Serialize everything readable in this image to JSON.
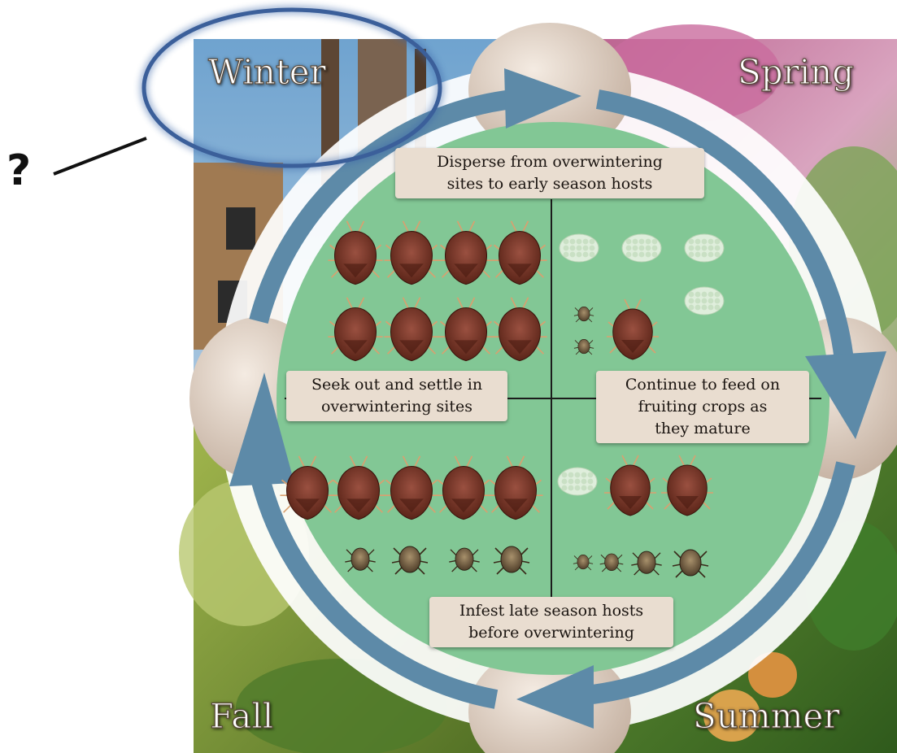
{
  "question_mark": "?",
  "seasons": {
    "winter": "Winter",
    "spring": "Spring",
    "summer": "Summer",
    "fall": "Fall"
  },
  "stages": {
    "spring": [
      "Disperse from overwintering",
      "sites to early season hosts"
    ],
    "summer": [
      "Continue to feed on",
      "fruiting crops as",
      "they mature"
    ],
    "fall": [
      "Infest late season hosts",
      "before overwintering"
    ],
    "winter": [
      "Seek out and settle in",
      "overwintering sites"
    ]
  },
  "colors": {
    "arrow": "#5d8aa8",
    "callout_ellipse": "#3b66a8",
    "center_green": "#82c795",
    "stage_box": "#e9ddd0",
    "adult_bug": "#7a3a2c",
    "nymph_bug": "#7e6a4f",
    "egg_mass": "#dfeedc"
  },
  "icons": [
    "adult-stink-bug-icon",
    "nymph-stink-bug-icon",
    "egg-mass-icon"
  ]
}
